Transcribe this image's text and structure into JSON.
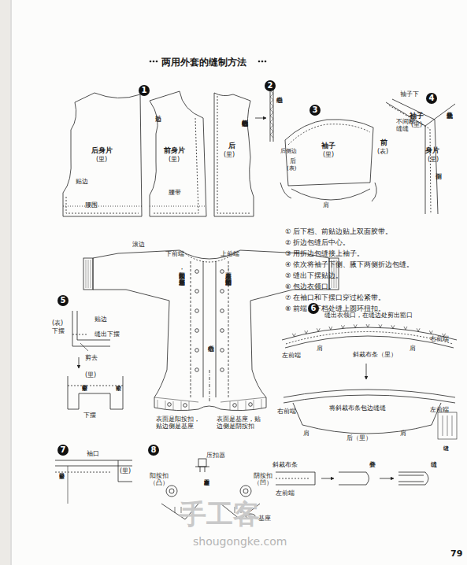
{
  "diagram": {
    "title": "两用外套的缝制方法",
    "nodes": [
      {
        "text": [
          "1"
        ]
      },
      {
        "text": [
          "2"
        ]
      },
      {
        "text": [
          "3"
        ]
      },
      {
        "text": [
          "4"
        ]
      },
      {
        "text": [
          "5"
        ]
      },
      {
        "text": [
          "6"
        ]
      },
      {
        "text": [
          "7"
        ]
      },
      {
        "text": [
          "8"
        ]
      }
    ],
    "labels": [
      "后身片",
      "(里)",
      "贴边",
      "腰围",
      "贴边",
      "前身片",
      "(里)",
      "腰带",
      "后",
      "(里)",
      "将后中心线折边包缝",
      "后中心线",
      "袖子",
      "(里)",
      "后侧边",
      "后",
      "(表)",
      "前",
      "(表)",
      "肩",
      "袖子下",
      "袖子",
      "(里)",
      "袖上折叠线",
      "不间断缝缝",
      "身片",
      "(里)",
      "侧面",
      "滚边",
      "下前端",
      "上前端",
      "表面是阳按扣，贴边侧是基座",
      "表面是基座，贴边侧是阴按扣",
      "后中心线",
      "表面是阳按扣，贴边侧是基座",
      "表面是基座，贴边侧是阴按扣",
      "① 后下档、前贴边贴上双面胶带。",
      "② 折边包缝后中心。",
      "③ 用折边包缝接上袖子。",
      "④ 依次将袖子下侧、腋下两侧折边包缝。",
      "⑤ 缝出下摆贴边。",
      "⑥ 包边衣领口。",
      "⑦ 在袖口和下摆口穿过松紧带。",
      "⑧ 前端、下档处缝上圆环扭扣。",
      "(表)",
      "下摆",
      "贴边",
      "缝出下摆",
      "剪去",
      "(里)",
      "松紧带穿口",
      "松紧带",
      "下摆",
      "缝出衣领口，在缝边处剪出豁口",
      "左前端",
      "肩",
      "斜裁布条（里）",
      "肩",
      "右前端",
      "右前端",
      "将斜裁布条包边缝缝",
      "左前端",
      "肩",
      "后（里）",
      "肩",
      "缝缝",
      "袖口",
      "(里)",
      "松紧带穿口",
      "压扣器",
      "阳按扣（凸）",
      "阴按扣（凹）",
      "将基座固定在左右",
      "基座",
      "斜裁布条",
      "左前端",
      "折叠",
      "缝缝",
      "手工客",
      "shougongke.com",
      "79"
    ]
  }
}
